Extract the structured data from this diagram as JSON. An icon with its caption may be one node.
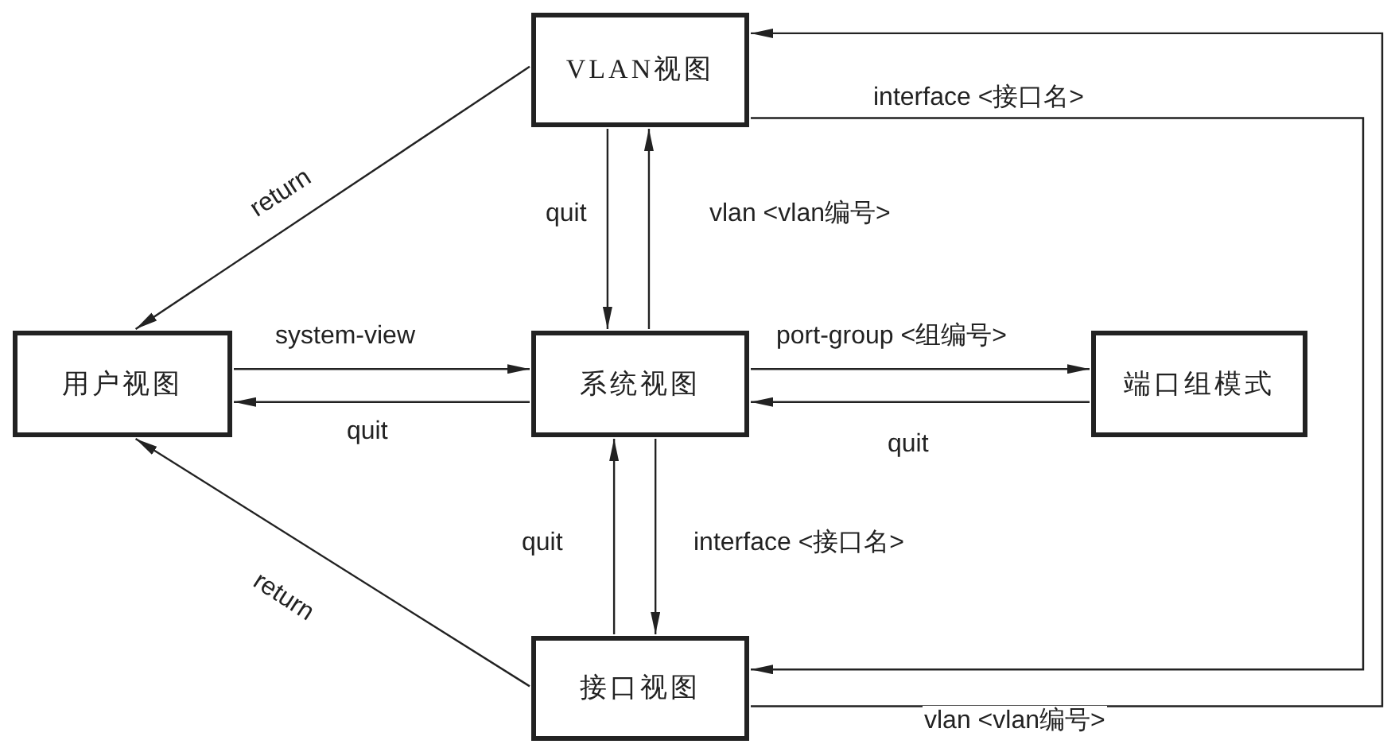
{
  "diagram": {
    "nodes": [
      {
        "text": [
          "VLAN视图"
        ]
      },
      {
        "text": [
          "用户视图"
        ]
      },
      {
        "text": [
          "系统视图"
        ]
      },
      {
        "text": [
          "端口组模式"
        ]
      },
      {
        "text": [
          "接口视图"
        ]
      }
    ],
    "edges": [
      {
        "from": 0,
        "to": 1,
        "arrow": "to",
        "label": "return"
      },
      {
        "from": 1,
        "to": 2,
        "arrow": "to",
        "label": "system-view"
      },
      {
        "from": 2,
        "to": 1,
        "arrow": "to",
        "label": "quit"
      },
      {
        "from": 0,
        "to": 2,
        "arrow": "to",
        "label": "quit"
      },
      {
        "from": 2,
        "to": 0,
        "arrow": "to",
        "label": "vlan <vlan编号>"
      },
      {
        "from": 2,
        "to": 3,
        "arrow": "to",
        "label": "port-group <组编号>"
      },
      {
        "from": 3,
        "to": 2,
        "arrow": "to",
        "label": "quit"
      },
      {
        "from": 2,
        "to": 4,
        "arrow": "to",
        "label": "interface <接口名>"
      },
      {
        "from": 4,
        "to": 2,
        "arrow": "to",
        "label": "quit"
      },
      {
        "from": 4,
        "to": 1,
        "arrow": "to",
        "label": "return"
      },
      {
        "from": 0,
        "to": 4,
        "arrow": "to",
        "label": "interface <接口名>"
      },
      {
        "from": 4,
        "to": 0,
        "arrow": "to",
        "label": "vlan <vlan编号>"
      }
    ]
  }
}
